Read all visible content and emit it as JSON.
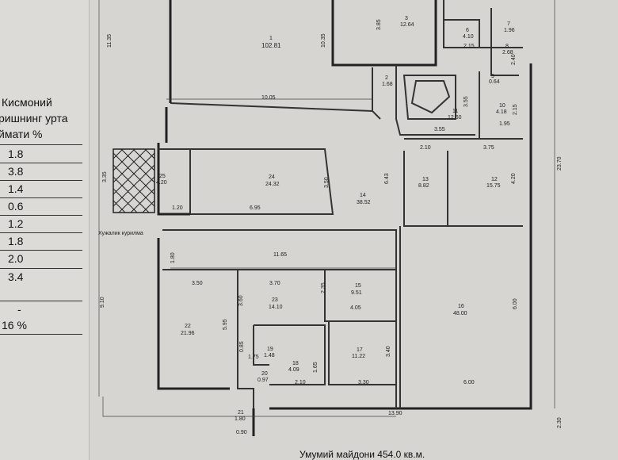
{
  "table": {
    "header_lines": [
      "Кисмоний",
      "ришнинг урта",
      "ймати %"
    ],
    "values": [
      "1.8",
      "3.8",
      "1.4",
      "0.6",
      "1.2",
      "1.8",
      "2.0",
      "3.4",
      "-",
      "16 %"
    ]
  },
  "plan": {
    "rooms": [
      {
        "n": "1",
        "a": "102.81"
      },
      {
        "n": "2",
        "a": "1.68"
      },
      {
        "n": "3",
        "a": "12.64"
      },
      {
        "n": "6",
        "a": "4.10"
      },
      {
        "n": "7",
        "a": "1.96"
      },
      {
        "n": "8",
        "a": "2.68"
      },
      {
        "n": "9",
        "a": "0.64"
      },
      {
        "n": "10",
        "a": "4.18"
      },
      {
        "n": "11",
        "a": "12.60"
      },
      {
        "n": "12",
        "a": "15.75"
      },
      {
        "n": "13",
        "a": "8.82"
      },
      {
        "n": "14",
        "a": "38.52"
      },
      {
        "n": "15",
        "a": "9.51"
      },
      {
        "n": "16",
        "a": "48.00"
      },
      {
        "n": "17",
        "a": "11.22"
      },
      {
        "n": "18",
        "a": "4.09"
      },
      {
        "n": "19",
        "a": "1.48"
      },
      {
        "n": "20",
        "a": "0.97"
      },
      {
        "n": "21",
        "a": "1.80"
      },
      {
        "n": "22",
        "a": "21.96"
      },
      {
        "n": "23",
        "a": "14.10"
      },
      {
        "n": "24",
        "a": "24.32"
      },
      {
        "n": "25",
        "a": "4.20"
      }
    ],
    "dims": [
      "10.05",
      "10.35",
      "11.35",
      "3.85",
      "2.15",
      "2.40",
      "3.55",
      "3.55",
      "1.95",
      "2.15",
      "2.10",
      "3.75",
      "4.20",
      "6.43",
      "3.50",
      "1.20",
      "6.95",
      "3.35",
      "1.80",
      "11.65",
      "3.50",
      "3.70",
      "3.60",
      "5.95",
      "2.35",
      "4.05",
      "6.00",
      "0.85",
      "1.75",
      "1.65",
      "2.10",
      "3.40",
      "3.30",
      "6.00",
      "13.90",
      "9.10",
      "23.70",
      "0.90",
      "2.30"
    ],
    "annotation": "Хужалик курилма"
  },
  "footer": {
    "total_area": "Умумий майдони 454.0 кв.м."
  }
}
